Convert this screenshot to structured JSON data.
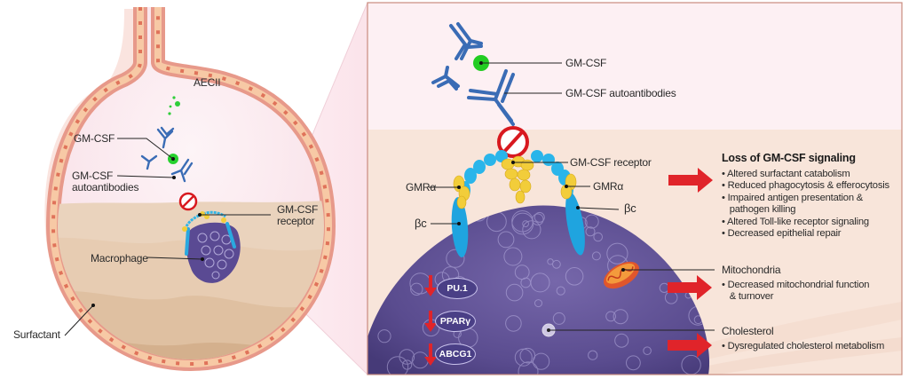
{
  "left_panel": {
    "labels": {
      "aecii": "AECII",
      "gmcsf": "GM-CSF",
      "autoantibodies_line1": "GM-CSF",
      "autoantibodies_line2": "autoantibodies",
      "receptor_line1": "GM-CSF",
      "receptor_line2": "receptor",
      "macrophage": "Macrophage",
      "surfactant": "Surfactant"
    }
  },
  "right_panel": {
    "labels": {
      "gmcsf": "GM-CSF",
      "autoantibodies": "GM-CSF autoantibodies",
      "receptor": "GM-CSF receptor",
      "gmra_left": "GMRα",
      "gmra_right": "GMRα",
      "bc_left": "βc",
      "bc_right": "βc"
    },
    "transcription_factors": [
      "PU.1",
      "PPARγ",
      "ABCG1"
    ],
    "effects": [
      {
        "heading": "Loss of GM-CSF signaling",
        "bullets": [
          "• Altered surfactant catabolism",
          "• Reduced phagocytosis & efferocytosis",
          "• Impaired antigen presentation &",
          "   pathogen killing",
          "• Altered Toll-like receptor signaling",
          "• Decreased epithelial repair"
        ]
      },
      {
        "heading": "Mitochondria",
        "bullets": [
          "• Decreased mitochondrial function",
          "   & turnover"
        ]
      },
      {
        "heading": "Cholesterol",
        "bullets": [
          "• Dysregulated cholesterol metabolism"
        ]
      }
    ]
  },
  "colors": {
    "alveolus_wall": "#e8a08e",
    "cell_fill": "#f6c9a0",
    "antibody": "#3a6cb5",
    "gmcsf": "#22cc22",
    "receptor_blue": "#2ab0e6",
    "receptor_yellow": "#f2cd3a",
    "macrophage": "#5b4d91",
    "arrow_red": "#e0242a",
    "panel_top": "#fdf0f3",
    "panel_bottom": "#f8e4d8"
  }
}
